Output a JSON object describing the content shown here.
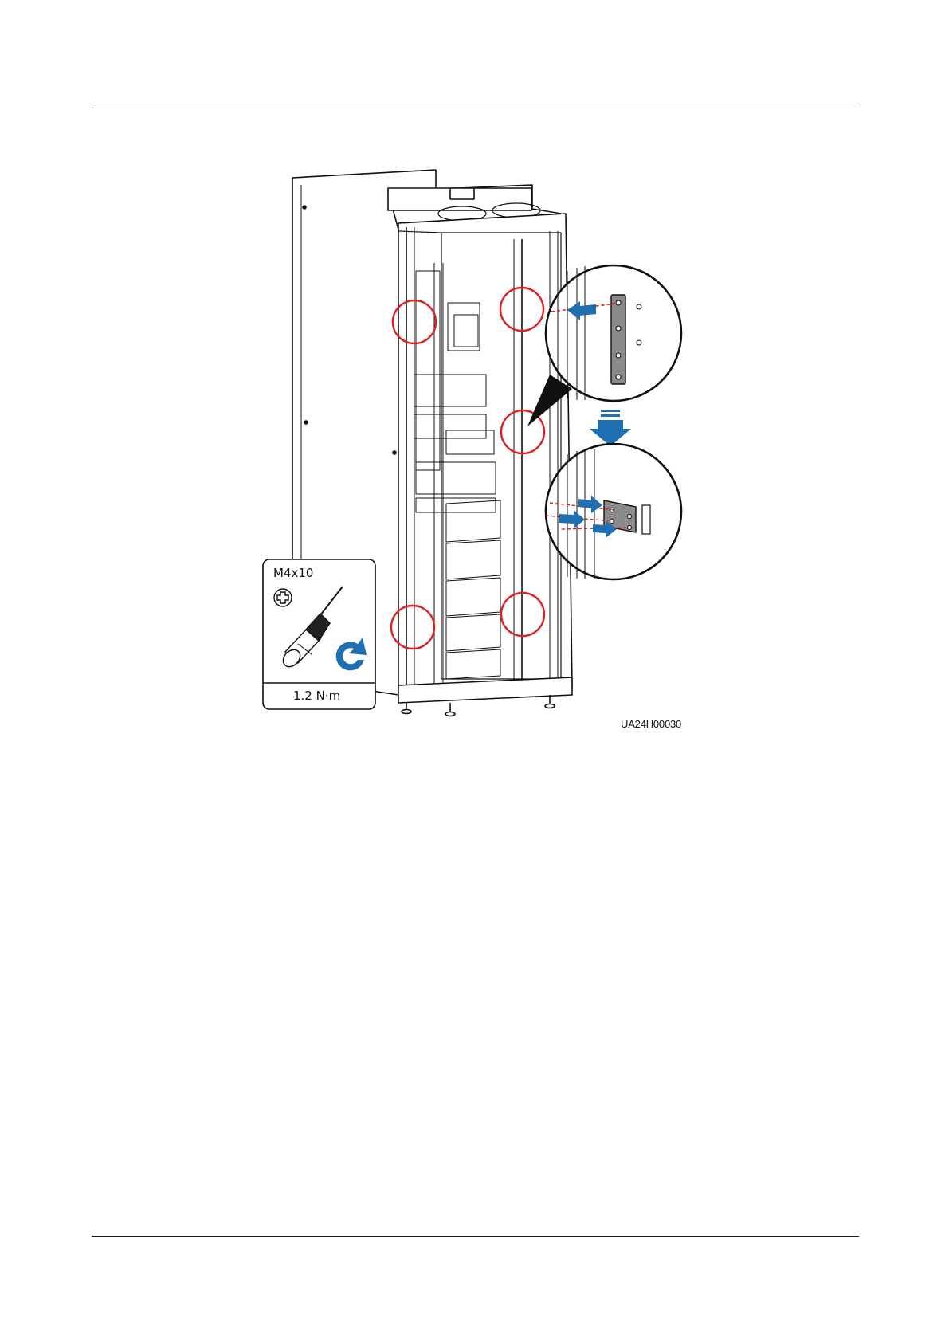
{
  "figure": {
    "figure_id": "UA24H00030",
    "tool_panel": {
      "screw_spec": "M4x10",
      "torque": "1.2 N·m",
      "screwdriver_head_icon": "phillips-head-icon",
      "screwdriver_icon": "screwdriver-icon",
      "rotation_icon": "clockwise-rotate-icon"
    },
    "detail_callouts": [
      "remove-bracket-detail",
      "install-bracket-detail"
    ],
    "highlight_color": "#e02020",
    "arrow_color": "#1f6fb2"
  }
}
